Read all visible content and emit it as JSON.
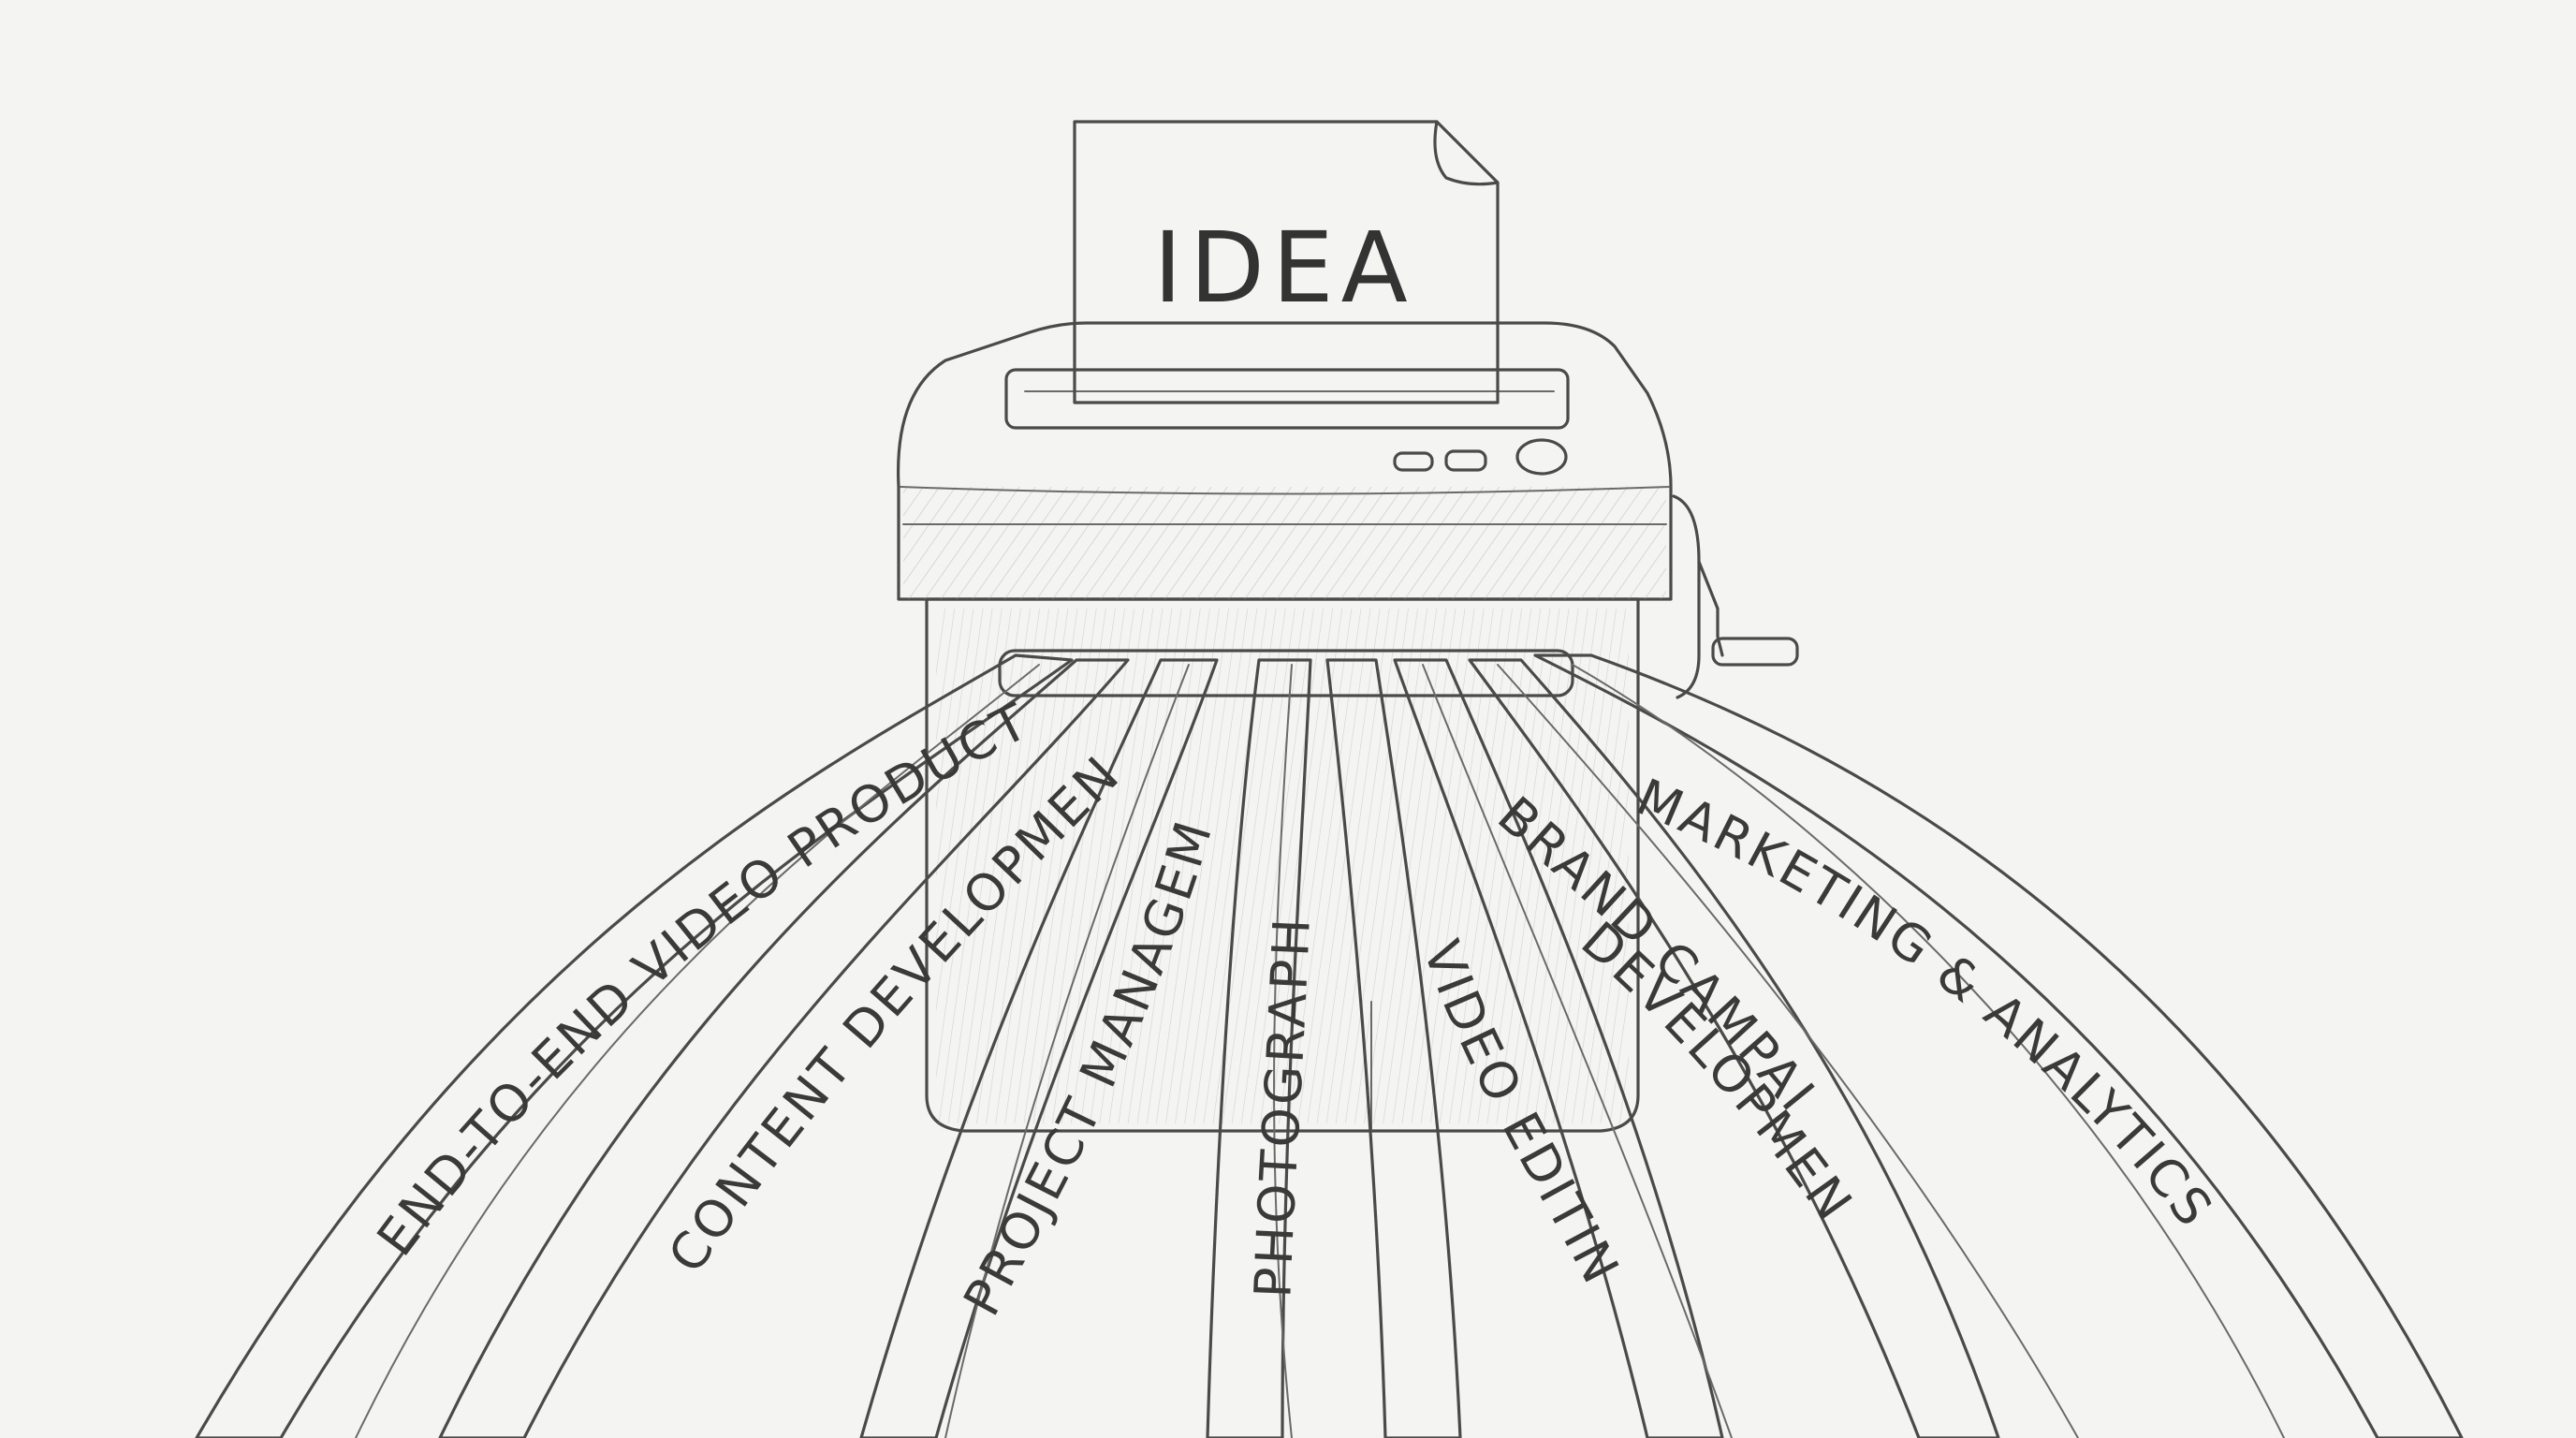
{
  "paper": {
    "label": "IDEA"
  },
  "strips": [
    {
      "label": "END-TO-END VIDEO PRODUCTION"
    },
    {
      "label": "CONTENT DEVELOPMENT"
    },
    {
      "label": "PROJECT MANAGEMENT"
    },
    {
      "label": "PHOTOGRAPHY"
    },
    {
      "label": "VIDEO EDITING"
    },
    {
      "label": "BRAND CAMPAIGN"
    },
    {
      "label": "DEVELOPMENT"
    },
    {
      "label": "MARKETING & ANALYTICS"
    }
  ],
  "colors": {
    "background": "#f4f4f2",
    "pencil": "#4a4a4a",
    "paper": "#fbfbf9"
  }
}
